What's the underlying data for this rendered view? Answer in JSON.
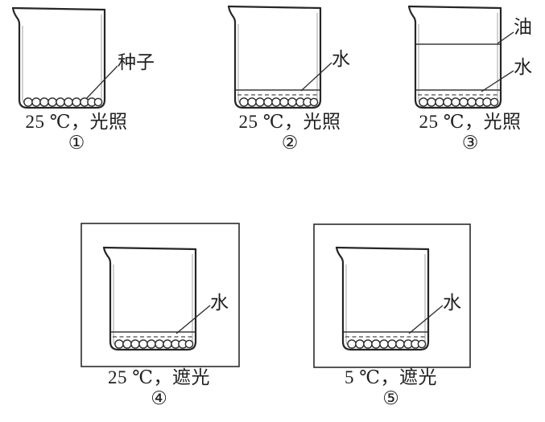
{
  "figure": {
    "title": "Seed germination experiment setups",
    "background_color": "#ffffff",
    "ink_color": "#262626"
  },
  "setups": [
    {
      "id": "setup-1",
      "numeral": "①",
      "condition": "25 ℃，光照",
      "temperature": "25 ℃",
      "light": "光照",
      "has_water": false,
      "has_oil": false,
      "shaded_box": false,
      "seed_count": 11,
      "labels": [
        {
          "name": "seed-label",
          "text": "种子"
        }
      ]
    },
    {
      "id": "setup-2",
      "numeral": "②",
      "condition": "25 ℃，光照",
      "temperature": "25 ℃",
      "light": "光照",
      "has_water": true,
      "has_oil": false,
      "shaded_box": false,
      "seed_count": 11,
      "labels": [
        {
          "name": "water-label",
          "text": "水"
        }
      ]
    },
    {
      "id": "setup-3",
      "numeral": "③",
      "condition": "25 ℃，光照",
      "temperature": "25 ℃",
      "light": "光照",
      "has_water": true,
      "has_oil": true,
      "shaded_box": false,
      "seed_count": 12,
      "labels": [
        {
          "name": "oil-label",
          "text": "油"
        },
        {
          "name": "water-label",
          "text": "水"
        }
      ]
    },
    {
      "id": "setup-4",
      "numeral": "④",
      "condition": "25 ℃，遮光",
      "temperature": "25 ℃",
      "light": "遮光",
      "has_water": true,
      "has_oil": false,
      "shaded_box": true,
      "seed_count": 11,
      "labels": [
        {
          "name": "water-label",
          "text": "水"
        }
      ]
    },
    {
      "id": "setup-5",
      "numeral": "⑤",
      "condition": "5 ℃，遮光",
      "temperature": "5 ℃",
      "light": "遮光",
      "has_water": true,
      "has_oil": false,
      "shaded_box": true,
      "seed_count": 11,
      "labels": [
        {
          "name": "water-label",
          "text": "水"
        }
      ]
    }
  ]
}
